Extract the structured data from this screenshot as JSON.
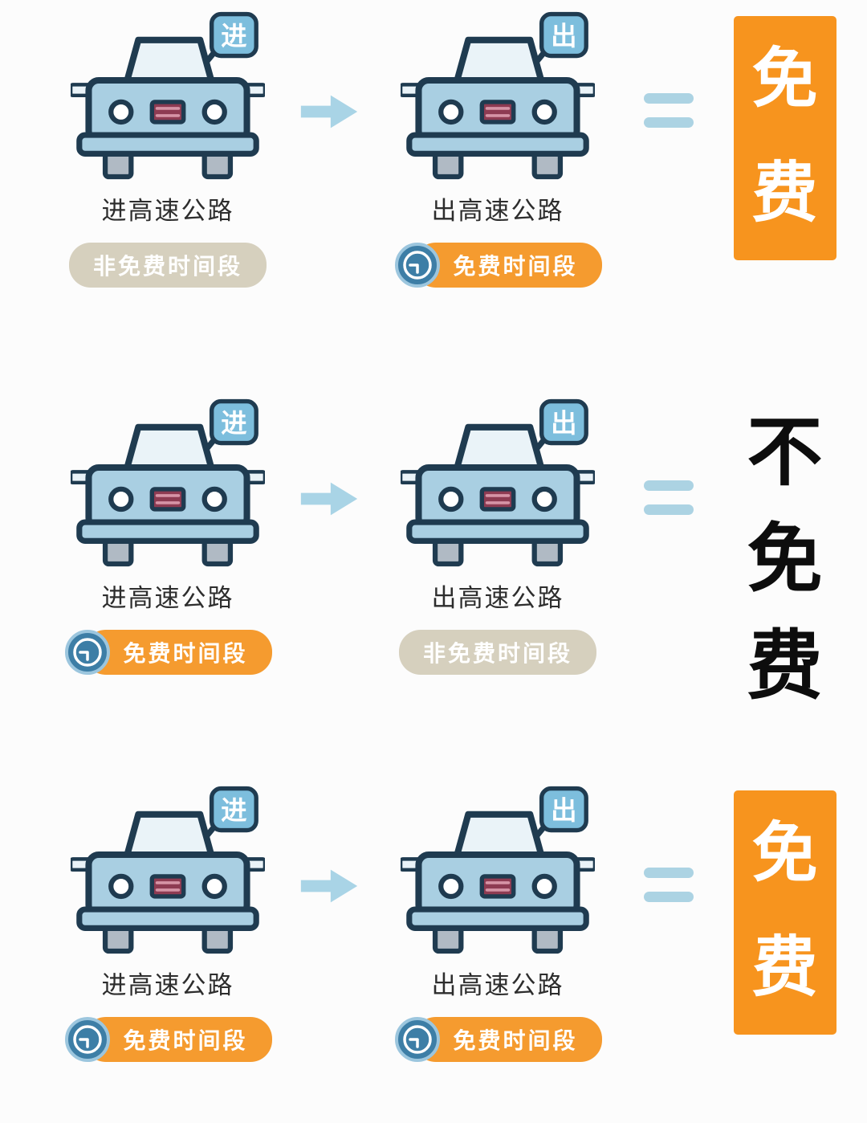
{
  "page": {
    "background": "#FCFCFC",
    "type": "highway-toll-free-rules-infographic"
  },
  "colors": {
    "orange_box": "#F7941E",
    "orange_pill": "#F59B2F",
    "gray_pill": "#D6D0BE",
    "car_body": "#A9CFE2",
    "outline": "#1F3B50",
    "sign_badge": "#7DBEDD",
    "arrow": "#A9D4E6",
    "equals": "#ACD3E3",
    "grille": "#8E3B52",
    "clock": "#3D7EA6"
  },
  "icons": {
    "car": "car-front-icon",
    "clock": "clock-icon",
    "arrow": "right-arrow-icon",
    "equals": "equals-icon"
  },
  "rows": [
    {
      "enter": {
        "sign": "进",
        "label": "进高速公路",
        "badge": "非免费时间段",
        "badge_style": "gray",
        "clock": false
      },
      "exit": {
        "sign": "出",
        "label": "出高速公路",
        "badge": "免费时间段",
        "badge_style": "orange",
        "clock": true
      },
      "result": {
        "text": "免费",
        "style": "free-box"
      }
    },
    {
      "enter": {
        "sign": "进",
        "label": "进高速公路",
        "badge": "免费时间段",
        "badge_style": "orange",
        "clock": true
      },
      "exit": {
        "sign": "出",
        "label": "出高速公路",
        "badge": "非免费时间段",
        "badge_style": "gray",
        "clock": false
      },
      "result": {
        "text": "不免费",
        "style": "plain-black"
      }
    },
    {
      "enter": {
        "sign": "进",
        "label": "进高速公路",
        "badge": "免费时间段",
        "badge_style": "orange",
        "clock": true
      },
      "exit": {
        "sign": "出",
        "label": "出高速公路",
        "badge": "免费时间段",
        "badge_style": "orange",
        "clock": true
      },
      "result": {
        "text": "免费",
        "style": "free-box"
      }
    }
  ]
}
